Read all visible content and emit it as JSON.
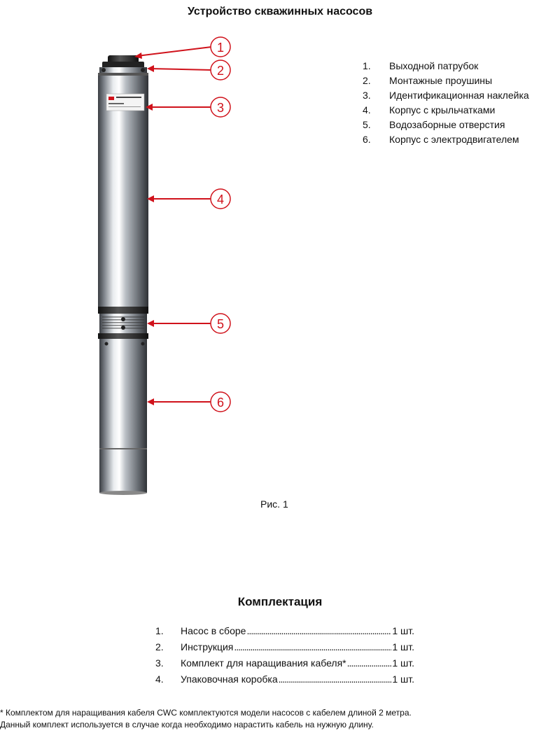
{
  "page": {
    "title": "Устройство скважинных насосов",
    "figure_caption": "Рис. 1",
    "callouts": [
      "1",
      "2",
      "3",
      "4",
      "5",
      "6"
    ],
    "parts": [
      {
        "num": "1.",
        "label": "Выходной патрубок"
      },
      {
        "num": "2.",
        "label": "Монтажные проушины"
      },
      {
        "num": "3.",
        "label": "Идентификационная наклейка"
      },
      {
        "num": "4.",
        "label": "Корпус с крыльчатками"
      },
      {
        "num": "5.",
        "label": "Водозаборные отверстия"
      },
      {
        "num": "6.",
        "label": "Корпус с электродвигателем"
      }
    ],
    "kit_title": "Комплектация",
    "kit": [
      {
        "num": "1.",
        "name": "Насос в сборе",
        "qty": "1 шт."
      },
      {
        "num": "2.",
        "name": "Инструкция",
        "qty": "1 шт."
      },
      {
        "num": "3.",
        "name": "Комплект для наращивания кабеля* ",
        "qty": "1 шт."
      },
      {
        "num": "4.",
        "name": "Упаковочная коробка",
        "qty": "1 шт."
      }
    ],
    "footnote_line1": "*  Комплектом для наращивания кабеля CWC комплектуются модели насосов с кабелем длиной 2 метра.",
    "footnote_line2": "Данный комплект используется в случае когда необходимо нарастить кабель на нужную длину.",
    "colors": {
      "arrow": "#d0121b",
      "callout_ring": "#d0121b"
    }
  }
}
